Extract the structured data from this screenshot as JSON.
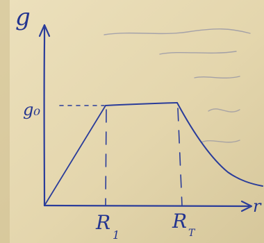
{
  "photo": {
    "paper_color": "#e6d9b3",
    "paper_shade": "#d3c597",
    "ink_color": "#2a3c9a"
  },
  "labels": {
    "y_axis": "g",
    "g0": "g₀",
    "r1_main": "R",
    "r1_sub": "1",
    "rt_main": "R",
    "rt_sub": "T",
    "x_axis": "r"
  }
}
